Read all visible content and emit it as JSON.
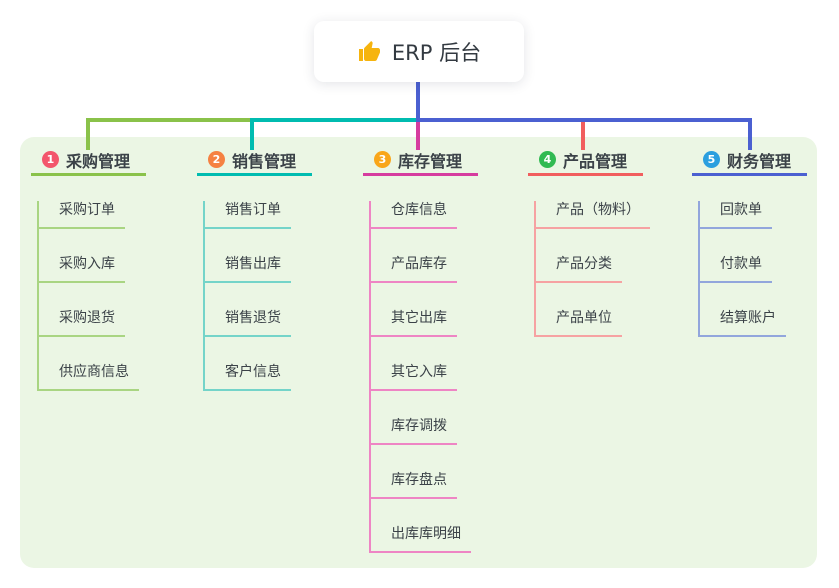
{
  "root": {
    "icon": "thumbs-up",
    "title": "ERP 后台"
  },
  "canvas": {
    "page_bg": "#ffffff",
    "panel_bg": "#ebf6e4",
    "text_color": "#3b4248"
  },
  "connectors": {
    "stem": "#4b60d1",
    "left_h": "#8ac24a",
    "midleft_h": "#00bcb0",
    "right_h": "#4b60d1",
    "drops": [
      "#8ac24a",
      "#00bcb0",
      "#d63c9f",
      "#f15e5e",
      "#4b60d1"
    ]
  },
  "branches": [
    {
      "num": "1",
      "title": "采购管理",
      "badge_color": "#f3566c",
      "line_color": "#8ac24a",
      "child_line_color": "#a9d582",
      "children": [
        "采购订单",
        "采购入库",
        "采购退货",
        "供应商信息"
      ]
    },
    {
      "num": "2",
      "title": "销售管理",
      "badge_color": "#f58142",
      "line_color": "#00bcb0",
      "child_line_color": "#74d4c9",
      "children": [
        "销售订单",
        "销售出库",
        "销售退货",
        "客户信息"
      ]
    },
    {
      "num": "3",
      "title": "库存管理",
      "badge_color": "#f9a61a",
      "line_color": "#d63c9f",
      "child_line_color": "#ee85c4",
      "children": [
        "仓库信息",
        "产品库存",
        "其它出库",
        "其它入库",
        "库存调拨",
        "库存盘点",
        "出库库明细"
      ]
    },
    {
      "num": "4",
      "title": "产品管理",
      "badge_color": "#31ba52",
      "line_color": "#f15e5e",
      "child_line_color": "#f6a2a2",
      "children": [
        "产品（物料）",
        "产品分类",
        "产品单位"
      ]
    },
    {
      "num": "5",
      "title": "财务管理",
      "badge_color": "#2b9fdf",
      "line_color": "#4b60d1",
      "child_line_color": "#92a6dc",
      "children": [
        "回款单",
        "付款单",
        "结算账户"
      ]
    }
  ]
}
